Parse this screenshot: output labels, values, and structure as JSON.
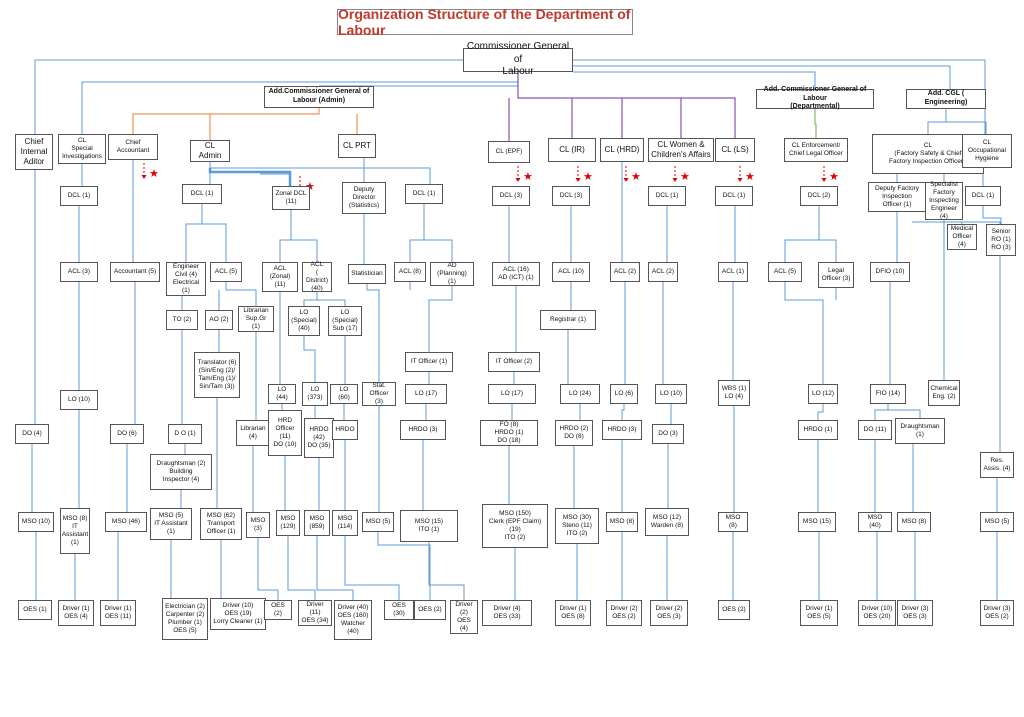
{
  "title": "Organization Structure of the Department of Labour",
  "colors": {
    "blue": "#5b9bd5",
    "orange": "#ed7d31",
    "purple": "#7030a0",
    "green": "#70ad47",
    "red": "#e00000",
    "title_red": "#c0392b"
  },
  "nodes": {
    "cgl": "Commissioner General of\nLabour",
    "acgl_admin": "Add.Commissioner General of\nLabour (Admin)",
    "acgl_dept": "Add. Commissioner General of Labour\n(Departmental)",
    "acgl_eng": "Add. CGL ( Engineering)",
    "cia": "Chief\nInternal\nAditor",
    "clsi": "CL\nSpecial\nInvestigations",
    "ca": "Chief\nAccountant",
    "cladmin": "CL Admin",
    "clprt": "CL PRT",
    "clepf": "CL (EPF)",
    "clir": "CL  (IR)",
    "clhrd": "CL  (HRD)",
    "clwca": "CL Women &\nChildren's Affairs",
    "clls": "CL (LS)",
    "clenf": "CL Enforcement/\nChief Legal Officer",
    "clfs": "CL\n(Factory Safety & Chief\nFactory Inspection Officer )",
    "cloh": "CL\nOccupational\nHygiene",
    "dcl_si": "DCL (1)",
    "dcl_admin": "DCL (1)",
    "zonal": "Zonal DCL\n(11)",
    "dep_dir": "Deputy\nDirector\n(Statistics)",
    "dcl_prt": "DCL (1)",
    "dcl_epf": "DCL (3)",
    "dcl_ir": "DCL (3)",
    "dcl_wca": "DCL (1)",
    "dcl_ls": "DCL (1)",
    "dcl_enf": "DCL (2)",
    "dfio": "Deputy Factory\nInspection\nOfficer (1)",
    "sfie": "Specialist\nFactory\nInspecting\nEngineer\n(4)",
    "dcl_oh": "DCL (1)",
    "medical": "Medical\nOfficer\n(4)",
    "senior_ro": "Senior\nRO (1)\nRO (3)",
    "acl_si": "ACL (3)",
    "accountant": "Accountant (5)",
    "engineer": "Engineer\nCivil (4)\nElectrical (1)",
    "acl_admin": "ACL (5)",
    "acl_zonal": "ACL\n(Zonal)\n(11)",
    "acl_district": "ACL\n( District)\n(40)",
    "statistician": "Statistician",
    "acl_prt": "ACL (8)",
    "ad_planning": "AD\n(Planning) (1)",
    "acl_epf": "ACL (16)\nAD (ICT) (1)",
    "acl_ir": "ACL (10)",
    "acl_hrd": "ACL (2)",
    "acl_wca": "ACL (2)",
    "acl_ls": "ACL (1)",
    "acl_enf": "ACL (5)",
    "legal": "Legal\nOfficer (3)",
    "dfio10": "DFIO (10)",
    "to": "TO (2)",
    "ao": "AO (2)",
    "librarian_sg": "Librarian\nSup.Gr (1)",
    "lo_special": "LO\n(Special)\n(40)",
    "lo_special_sub": "LO\n(Special)\nSub (17)",
    "registrar": "Registrar (1)",
    "translator": "Translator (6)\n(Sin/Eng (2)/\nTam/Eng (1)/\nSin/Tam (3))",
    "it_officer_prt": "IT Officer (1)",
    "it_officer_epf": "IT Officer (2)",
    "lo_si": "LO (10)",
    "lo44": "LO (44)",
    "lo373": "LO\n(373)",
    "lo60": "LO (60)",
    "stat_officer": "Stat.\nOfficer (3)",
    "lo17_prt": "LO (17)",
    "lo17_epf": "LO (17)",
    "lo24": "LO (24)",
    "lo6": "LO (6)",
    "lo10_wca": "LO (10)",
    "wbs": "WBS (1)\nLO (4)",
    "lo12": "LO (12)",
    "fio": "FIO (14)",
    "chem_eng": "Chemical\nEng. (2)",
    "do_cia": "DO (4)",
    "do_ca": "DO (6)",
    "do_admin": "D O (1)",
    "librarian4": "Librarian\n(4)",
    "hrd_officer": "HRD\nOfficer\n(11)\nDO (10)",
    "hrdo_dist": "HRDO\n(42)\nDO (35)",
    "hrdo_sub": "HRDO",
    "hrdo_prt": "HRDO (3)",
    "fo_epf": "FO (8)\nHRDO (1)\nDO (18)",
    "hrdo_ir": "HRDO (2)\nDO (8)",
    "hrdo_hrd": "HRDO (3)",
    "do_wca": "DO (3)",
    "hrdo_enf": "HRDO (1)",
    "do11": "DO (11)",
    "draughtsman1": "Draughtsman\n(1)",
    "res_assis": "Res.\nAssis. (4)",
    "draughtsman2": "Draughtsman (2)\nBuilding\nInspector (4)",
    "mso_cia": "MSO (10)",
    "mso_si": "MSO (8)\nIT\nAssistant\n(1)",
    "mso_ca": "MSO (46)",
    "mso_admin": "MSO (5)\nIT Assistant\n(1)",
    "mso_62": "MSO (62)\nTransport\nOfficer (1)",
    "mso3": "MSO\n(3)",
    "mso129": "MSO\n(129)",
    "mso859": "MSO\n(859)",
    "mso114": "MSO\n(114)",
    "mso5_stat": "MSO (5)",
    "mso15_prt": "MSO (15)\nITO (1)",
    "mso_epf": "MSO (150)\nClerk (EPF Claim)\n(19)\nITO (2)",
    "mso_ir": "MSO (30)\nSteno (11)\nITO (2)",
    "mso8_hrd": "MSO (8)",
    "mso_wca": "MSO (12)\nWarden (8)",
    "mso8_ls": "MSO (8)",
    "mso15_enf": "MSO (15)",
    "mso40": "MSO (40)",
    "mso8_fs": "MSO (8)",
    "mso5_oh": "MSO (5)",
    "oes_cia": "OES (1)",
    "driver_si": "Driver (1)\nOES (4)",
    "driver_ca": "Driver (1)\nOES (11)",
    "electrician": "Electrician (2)\nCarpenter (2)\nPlumber (1)\nOES (5)",
    "driver_admin": "Driver (10)\nOES (19)\nLorry Cleaner (1)",
    "oes2_lib": "OES (2)",
    "driver11": "Driver (11)\nOES (34)",
    "driver40": "Driver (40)\nOES (160)\nWatcher\n(40)",
    "oes30": "OES (30)",
    "oes2_prt": "OES (2)",
    "driver2_prt": "Driver\n(2)\nOES (4)",
    "driver_epf": "Driver (4)\nOES (33)",
    "driver_ir": "Driver (1)\nOES (8)",
    "driver_hrd": "Driver (2)\nOES (2)",
    "driver_wca": "Driver (2)\nOES (3)",
    "oes2_ls": "OES (2)",
    "driver_enf": "Driver (1)\nOES (5)",
    "driver_fs": "Driver (10)\nOES (20)",
    "driver_fs2": "Driver (3)\nOES (3)",
    "driver_oh": "Driver (3)\nOES (2)"
  }
}
